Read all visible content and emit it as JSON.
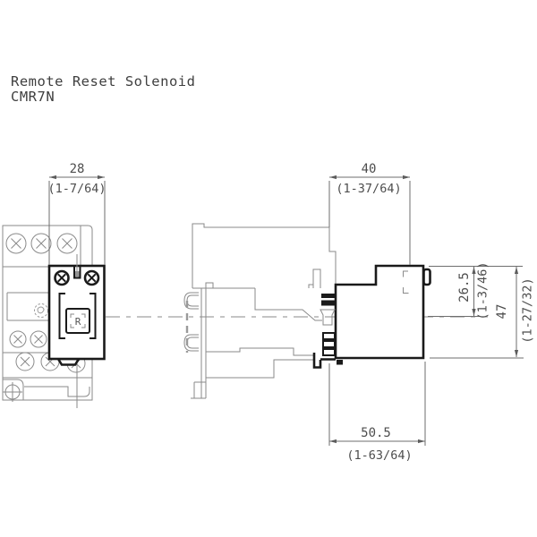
{
  "title": {
    "product": "Remote Reset Solenoid",
    "model": "CMR7N"
  },
  "dimensions": {
    "front_width": {
      "mm": "28",
      "inch": "(1-7/64)"
    },
    "upper_depth": {
      "mm": "40",
      "inch": "(1-37/64)"
    },
    "upper_height": {
      "mm": "26.5",
      "inch": "(1-3/46)"
    },
    "total_height": {
      "mm": "47",
      "inch": "(1-27/32)"
    },
    "total_depth": {
      "mm": "50.5",
      "inch": "(1-63/64)"
    }
  },
  "markings": {
    "module_letter": "R"
  },
  "colors": {
    "background": "#ffffff",
    "thin_line": "#8a8a8a",
    "bold_line": "#1a1a1a",
    "dimension_text": "#4d4d4d"
  }
}
